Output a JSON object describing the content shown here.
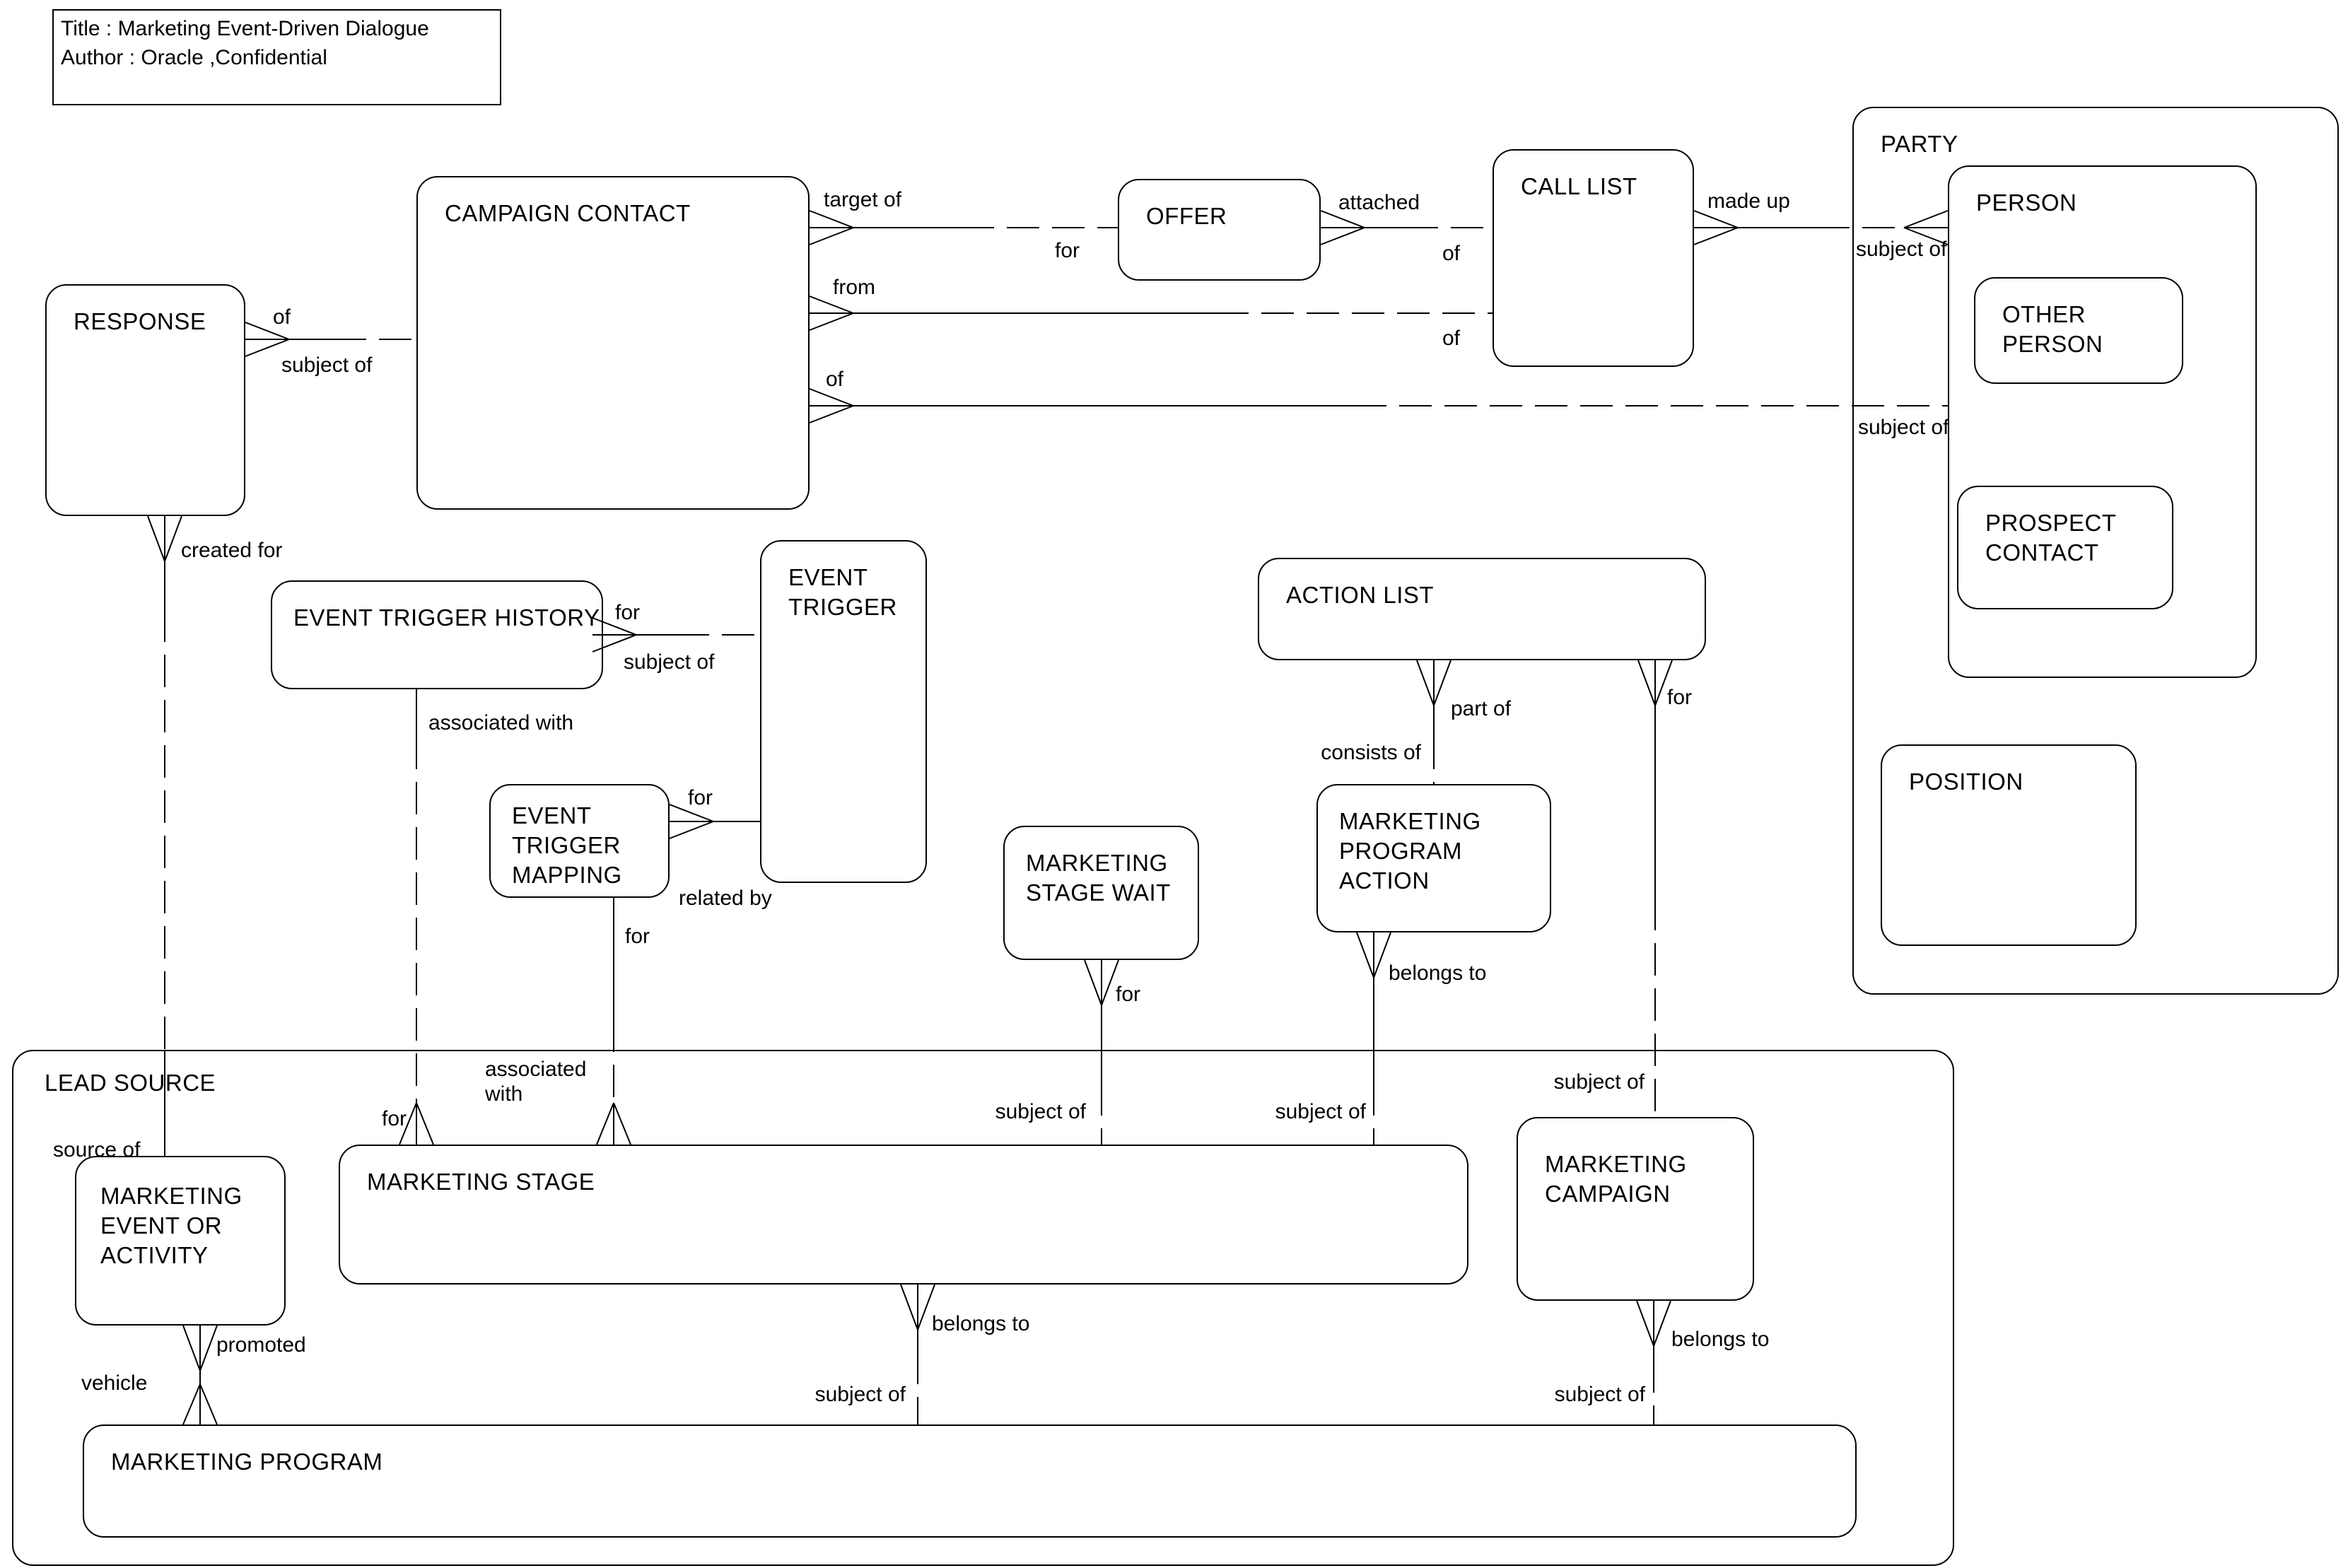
{
  "title_block": {
    "title_line": "Title : Marketing Event-Driven Dialogue",
    "author_line": "Author : Oracle ,Confidential"
  },
  "colors": {
    "background": "#ffffff",
    "line": "#000000",
    "text": "#000000"
  },
  "diagram": {
    "type": "entity-relationship-diagram",
    "notation": "barker-crow-foot",
    "entities": [
      {
        "id": "response",
        "label": "RESPONSE"
      },
      {
        "id": "campaign-contact",
        "label": "CAMPAIGN CONTACT"
      },
      {
        "id": "offer",
        "label": "OFFER"
      },
      {
        "id": "call-list",
        "label": "CALL LIST"
      },
      {
        "id": "party",
        "label": "PARTY",
        "contains": [
          "person",
          "position"
        ]
      },
      {
        "id": "person",
        "label": "PERSON",
        "contains": [
          "other-person",
          "prospect-contact"
        ]
      },
      {
        "id": "other-person",
        "label": "OTHER PERSON"
      },
      {
        "id": "prospect-contact",
        "label": "PROSPECT\nCONTACT"
      },
      {
        "id": "position",
        "label": "POSITION"
      },
      {
        "id": "event-trigger-history",
        "label": "EVENT TRIGGER HISTORY"
      },
      {
        "id": "event-trigger",
        "label": "EVENT\nTRIGGER"
      },
      {
        "id": "event-trigger-mapping",
        "label": "EVENT\nTRIGGER\nMAPPING"
      },
      {
        "id": "action-list",
        "label": "ACTION LIST"
      },
      {
        "id": "marketing-stage-wait",
        "label": "MARKETING\nSTAGE WAIT"
      },
      {
        "id": "marketing-program-action",
        "label": "MARKETING\nPROGRAM ACTION"
      },
      {
        "id": "lead-source",
        "label": "LEAD SOURCE",
        "contains": [
          "marketing-event-or-activity",
          "marketing-stage",
          "marketing-campaign",
          "marketing-program"
        ]
      },
      {
        "id": "marketing-event-or-activity",
        "label": "MARKETING\nEVENT OR\nACTIVITY"
      },
      {
        "id": "marketing-stage",
        "label": "MARKETING STAGE"
      },
      {
        "id": "marketing-campaign",
        "label": "MARKETING\nCAMPAIGN"
      },
      {
        "id": "marketing-program",
        "label": "MARKETING PROGRAM"
      }
    ],
    "relationships": [
      {
        "from": "campaign-contact",
        "to": "offer",
        "from_label": "target of",
        "to_label": "for",
        "many_at": "from"
      },
      {
        "from": "offer",
        "to": "call-list",
        "from_label": "attached",
        "to_label": "of",
        "many_at": "from"
      },
      {
        "from": "campaign-contact",
        "to": "call-list",
        "from_label": "from",
        "to_label": "of",
        "many_at": "from"
      },
      {
        "from": "call-list",
        "to": "person",
        "from_label": "made up",
        "to_label": "subject of",
        "many_at": "both"
      },
      {
        "from": "campaign-contact",
        "to": "person",
        "from_label": "of",
        "to_label": "subject of",
        "many_at": "from"
      },
      {
        "from": "response",
        "to": "campaign-contact",
        "from_label": "of",
        "to_label": "subject of",
        "many_at": "from"
      },
      {
        "from": "response",
        "to": "marketing-event-or-activity",
        "from_label": "created for",
        "to_label": "source of",
        "many_at": "from"
      },
      {
        "from": "event-trigger-history",
        "to": "event-trigger",
        "from_label": "for",
        "to_label": "subject of",
        "many_at": "from"
      },
      {
        "from": "event-trigger-history",
        "to": "marketing-stage",
        "from_label": "associated with",
        "to_label": "for",
        "many_at": "to"
      },
      {
        "from": "event-trigger-mapping",
        "to": "event-trigger",
        "from_label": "for",
        "to_label": "related by",
        "many_at": "from"
      },
      {
        "from": "event-trigger-mapping",
        "to": "marketing-stage",
        "from_label": "for",
        "to_label": "associated with",
        "many_at": "to"
      },
      {
        "from": "action-list",
        "to": "marketing-program-action",
        "from_label": "part of",
        "to_label": "consists of",
        "many_at": "from"
      },
      {
        "from": "action-list",
        "to": "marketing-campaign",
        "from_label": "for",
        "to_label": "subject of",
        "many_at": "from"
      },
      {
        "from": "marketing-stage-wait",
        "to": "marketing-stage",
        "from_label": "for",
        "to_label": "subject of",
        "many_at": "from"
      },
      {
        "from": "marketing-program-action",
        "to": "marketing-stage",
        "from_label": "belongs to",
        "to_label": "subject of",
        "many_at": "from"
      },
      {
        "from": "marketing-event-or-activity",
        "to": "marketing-program",
        "from_label": "promoted",
        "to_label": "vehicle",
        "many_at": "both"
      },
      {
        "from": "marketing-stage",
        "to": "marketing-program",
        "from_label": "belongs to",
        "to_label": "subject of",
        "many_at": "from"
      },
      {
        "from": "marketing-campaign",
        "to": "marketing-program",
        "from_label": "belongs to",
        "to_label": "subject of",
        "many_at": "from"
      }
    ]
  }
}
